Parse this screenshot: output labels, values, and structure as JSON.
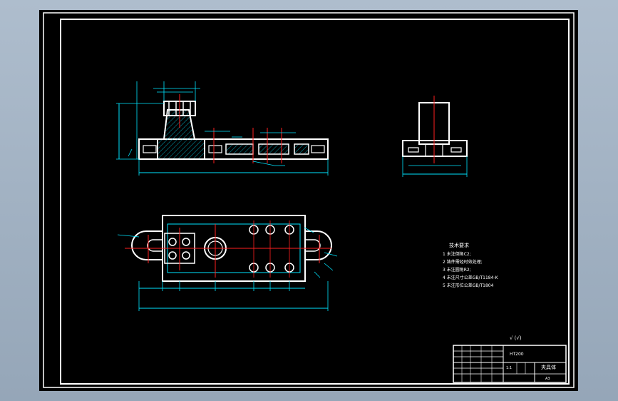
{
  "colors": {
    "background": "#000000",
    "frame": "#ffffff",
    "part_outline": "#ffffff",
    "dimension": "#00e5ff",
    "center_line": "#ff2020",
    "hatch": "#00e5ff"
  },
  "drawing": {
    "tech_requirements": {
      "title": "技术要求",
      "lines": [
        "1 未注倒角C2;",
        "2 铸件需经时效处理;",
        "3 未注圆角R2;",
        "4 未注尺寸公差GB/T1184-K",
        "5 未注形位公差GB/T1804"
      ]
    },
    "roughness_note": "√ (√)",
    "title_block": {
      "material": "HT200",
      "part_name": "夹具体",
      "scale": "1:1",
      "sheet": "A3"
    }
  }
}
